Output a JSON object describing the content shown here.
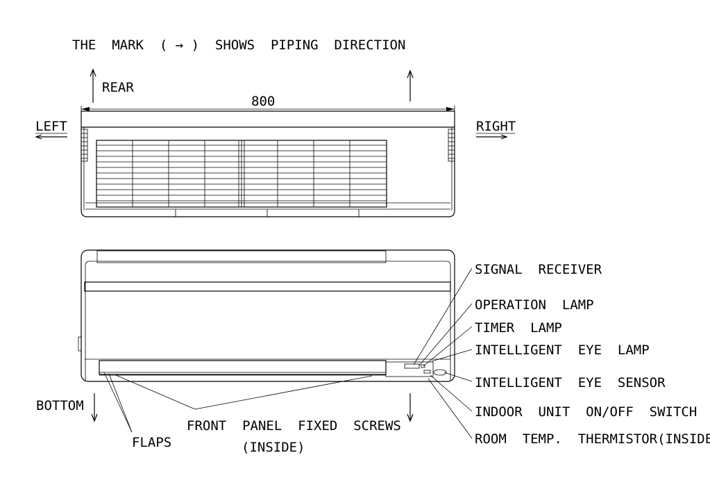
{
  "header": {
    "note": "THE  MARK  ( → )  SHOWS  PIPING  DIRECTION"
  },
  "top_view": {
    "rear_label": "REAR",
    "width_dimension": "800",
    "left_label": "LEFT",
    "right_label": "RIGHT"
  },
  "front_view": {
    "bottom_label": "BOTTOM",
    "callouts": {
      "signal_receiver": "SIGNAL  RECEIVER",
      "operation_lamp": "OPERATION  LAMP",
      "timer_lamp": "TIMER  LAMP",
      "intelligent_eye_lamp": "INTELLIGENT  EYE  LAMP",
      "intelligent_eye_sensor": "INTELLIGENT  EYE  SENSOR",
      "indoor_unit_switch": "INDOOR  UNIT  ON/OFF  SWITCH",
      "room_temp_thermistor": "ROOM  TEMP.  THERMISTOR(INSIDE)",
      "flaps": "FLAPS",
      "front_panel_screws": "FRONT  PANEL  FIXED  SCREWS",
      "front_panel_screws_note": "(INSIDE)"
    }
  }
}
